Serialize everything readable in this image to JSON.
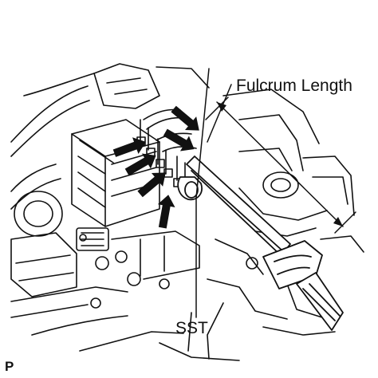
{
  "labels": {
    "fulcrum_length": "Fulcrum Length",
    "sst": "SST",
    "figure_code": "P"
  },
  "colors": {
    "ink": "#111111",
    "paper": "#ffffff"
  },
  "icons": [
    "arrow-icon"
  ]
}
